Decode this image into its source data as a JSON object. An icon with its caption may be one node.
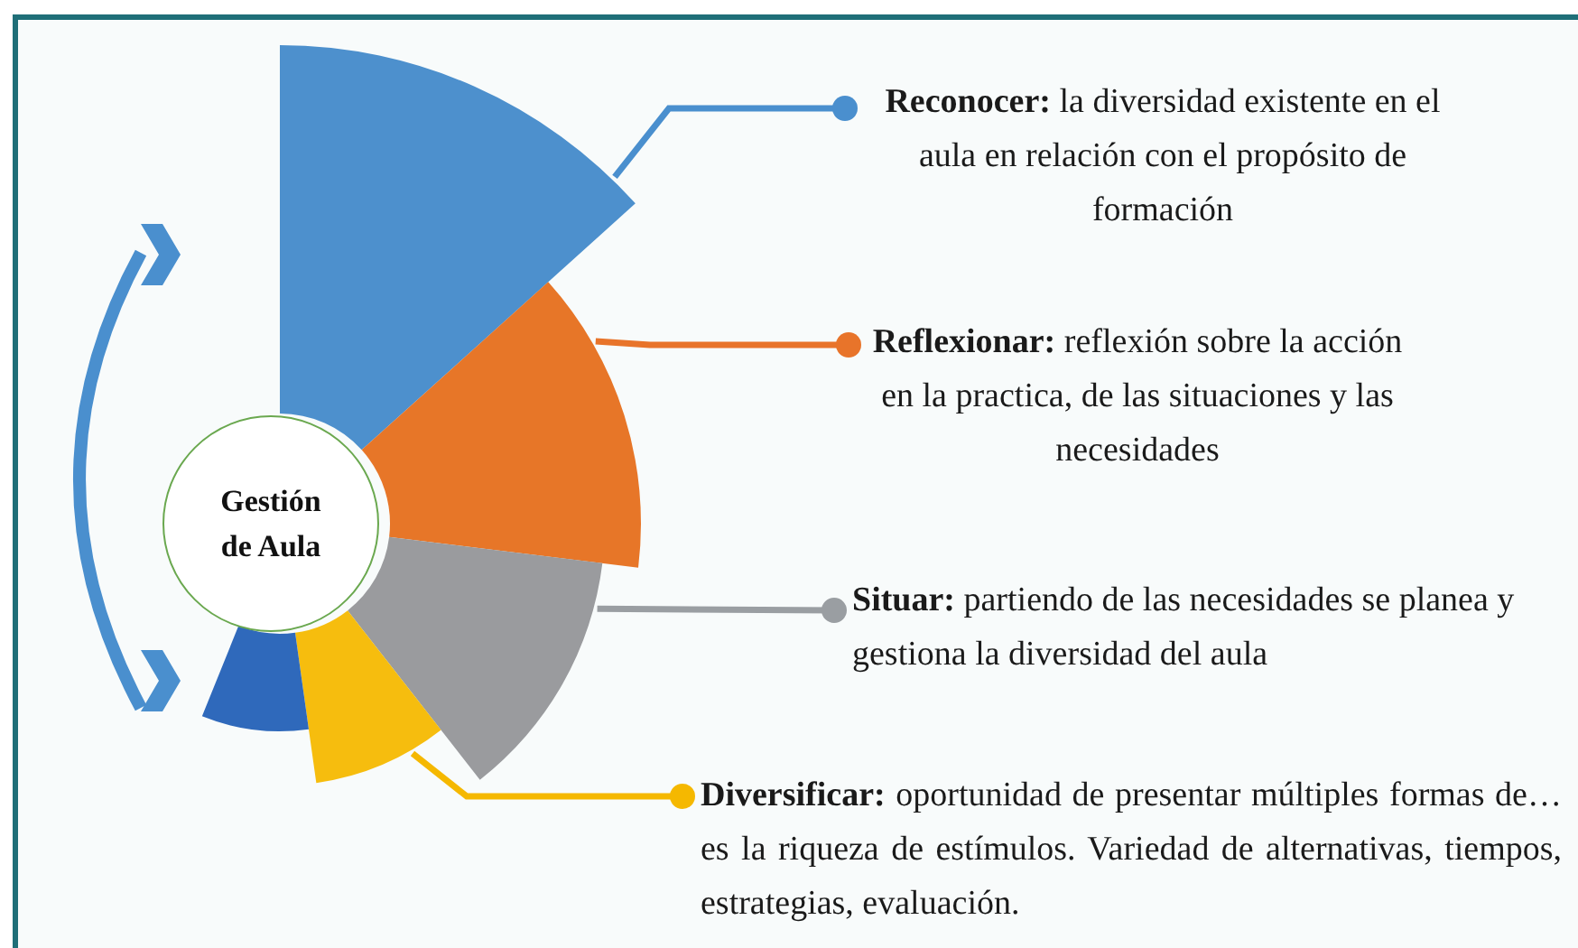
{
  "diagram": {
    "nodes": [
      {
        "text": [
          "Gestión de Aula"
        ]
      },
      {
        "text": [],
        "shape": "wedge"
      },
      {
        "text": [],
        "shape": "wedge"
      },
      {
        "text": [],
        "shape": "wedge"
      },
      {
        "text": [],
        "shape": "wedge"
      },
      {
        "text": [],
        "shape": "wedge"
      },
      {
        "text": [
          "**Reconocer:** la diversidad existente en el aula en relación con el propósito de formación"
        ]
      },
      {
        "text": [
          "**Reflexionar:** reflexión sobre la acción en la practica, de las situaciones y las necesidades"
        ]
      },
      {
        "text": [
          "**Situar:** partiendo de las necesidades se planea y gestiona la diversidad del aula"
        ]
      },
      {
        "text": [
          "**Diversificar:** oportunidad de presentar múltiples formas de…es la riqueza de estímulos. Variedad de alternativas, tiempos, estrategias, evaluación."
        ]
      }
    ],
    "edges": [
      {
        "from": 1,
        "to": 6,
        "arrow": "other",
        "color": "#4a8fce"
      },
      {
        "from": 2,
        "to": 7,
        "arrow": "other",
        "color": "#e8742a"
      },
      {
        "from": 3,
        "to": 8,
        "arrow": "other",
        "color": "#9a9ea2"
      },
      {
        "from": 4,
        "to": 9,
        "arrow": "other",
        "color": "#f5b800"
      }
    ]
  }
}
